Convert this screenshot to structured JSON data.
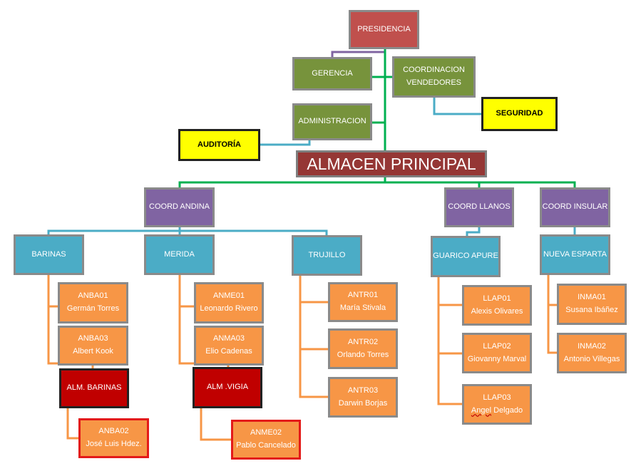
{
  "top": {
    "presidencia": "PRESIDENCIA",
    "gerencia": "GERENCIA",
    "coordinacion_line1": "COORDINACION",
    "coordinacion_line2": "VENDEDORES",
    "seguridad": "SEGURIDAD",
    "administracion": "ADMINISTRACION",
    "auditoria": "AUDITORÍA",
    "almacen_principal": "ALMACEN PRINCIPAL"
  },
  "coords": {
    "andina": "COORD ANDINA",
    "llanos": "COORD LLANOS",
    "insular": "COORD INSULAR"
  },
  "regions": {
    "barinas": "BARINAS",
    "merida": "MERIDA",
    "trujillo": "TRUJILLO",
    "guarico_apure": "GUARICO APURE",
    "nueva_esparta": "NUEVA  ESPARTA"
  },
  "barinas": {
    "anba01_code": "ANBA01",
    "anba01_name": "Germán Torres",
    "anba03_code": "ANBA03",
    "anba03_name": "Albert Kook",
    "alm_barinas": "ALM. BARINAS",
    "anba02_code": "ANBA02",
    "anba02_name": "José Luis Hdez."
  },
  "merida": {
    "anme01_code": "ANME01",
    "anme01_name": "Leonardo  Rivero",
    "anma03_code": "ANMA03",
    "anma03_name": "Elio Cadenas",
    "alm_vigia": "ALM .VIGIA",
    "anme02_code": "ANME02",
    "anme02_name": "Pablo Cancelado"
  },
  "trujillo": {
    "antr01_code": "ANTR01",
    "antr01_name": "María Stivala",
    "antr02_code": "ANTR02",
    "antr02_name": "Orlando Torres",
    "antr03_code": "ANTR03",
    "antr03_name": "Darwin Borjas"
  },
  "guarico": {
    "llap01_code": "LLAP01",
    "llap01_name": "Alexis  Olivares",
    "llap02_code": "LLAP02",
    "llap02_name": "Giovanny Marval",
    "llap03_code": "LLAP03",
    "llap03_first": "Angel",
    "llap03_last": " Delgado"
  },
  "nueva_esparta": {
    "inma01_code": "INMA01",
    "inma01_name": "Susana Ibáñez",
    "inma02_code": "INMA02",
    "inma02_name": "Antonio Villegas"
  },
  "colors": {
    "red": "#c0504d",
    "green": "#77933c",
    "yellow": "#ffff00",
    "main": "#953735",
    "purple": "#8064a2",
    "blue": "#4bacc6",
    "orange": "#f79646",
    "dark_red": "#c00000",
    "line_green": "#00b050",
    "line_blue": "#4bacc6",
    "line_purple": "#8064a2",
    "line_orange": "#f79646"
  }
}
